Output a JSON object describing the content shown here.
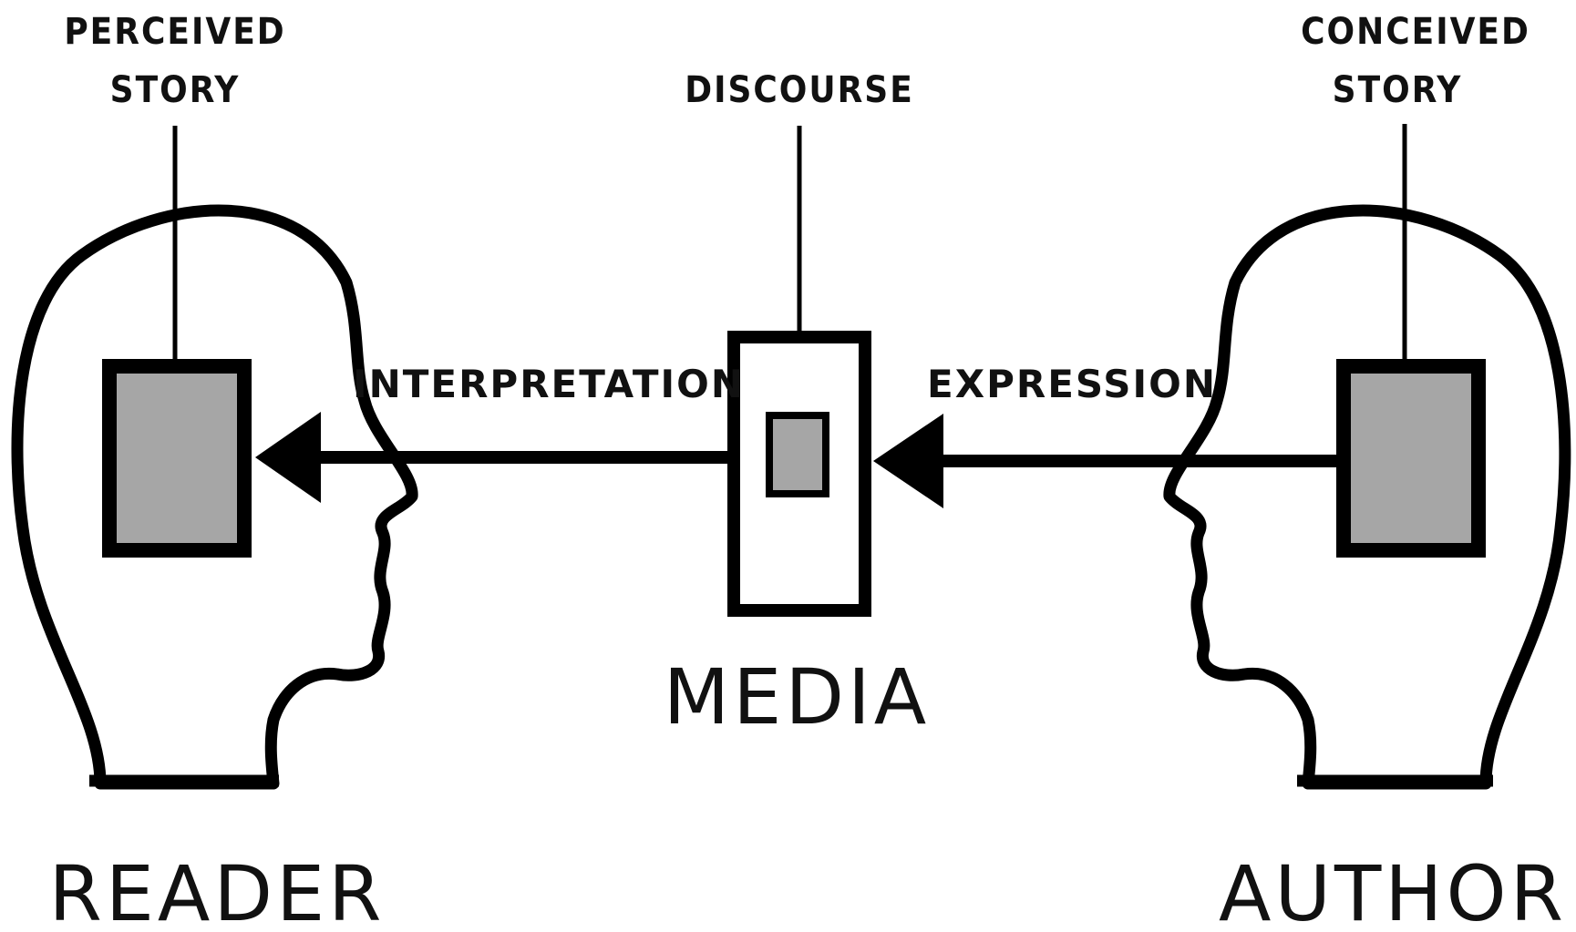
{
  "labels": {
    "perceived_story": [
      "PERCEIVED",
      "STORY"
    ],
    "conceived_story": [
      "CONCEIVED",
      "STORY"
    ],
    "discourse": "DISCOURSE",
    "interpretation": "INTERPRETATION",
    "expression": "EXPRESSION",
    "media": "MEDIA",
    "reader": "READER",
    "author": "AUTHOR"
  },
  "colors": {
    "outline": "#000000",
    "box_fill": "#a6a6a6",
    "background": "#ffffff"
  }
}
